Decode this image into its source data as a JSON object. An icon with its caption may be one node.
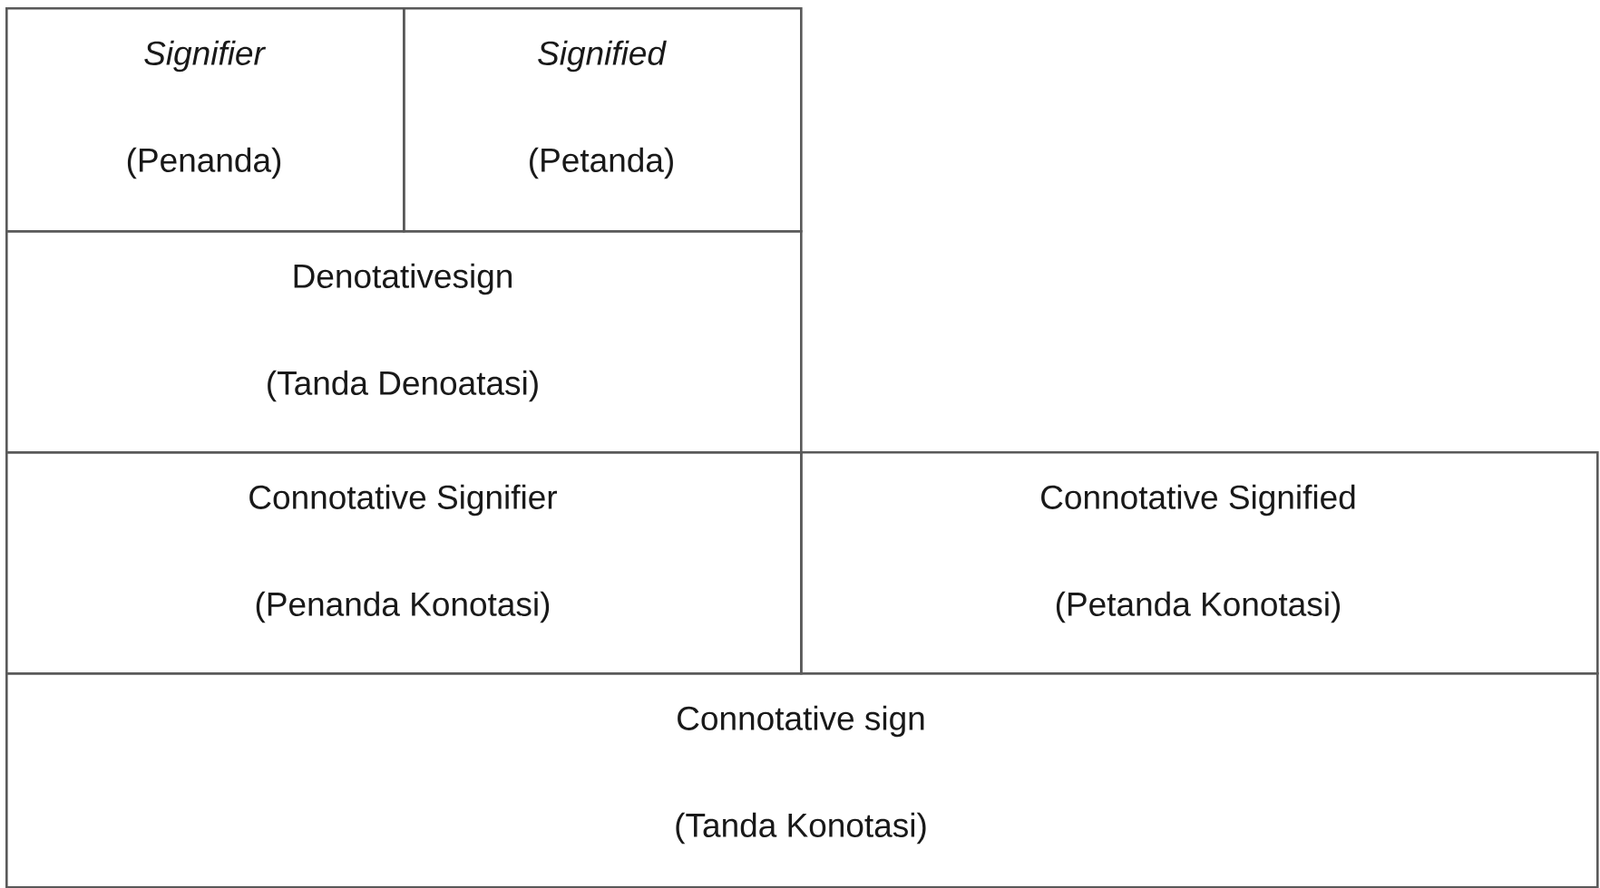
{
  "diagram": {
    "nodes": [
      {
        "text": [
          "Signifier",
          "(Penanda)"
        ]
      },
      {
        "text": [
          "Signified",
          "(Petanda)"
        ]
      },
      {
        "text": [
          "Denotativesign",
          "(Tanda Denoatasi)"
        ]
      },
      {
        "text": [
          "Connotative Signifier",
          "(Penanda Konotasi)"
        ]
      },
      {
        "text": [
          "Connotative Signified",
          "(Petanda Konotasi)"
        ]
      },
      {
        "text": [
          "Connotative sign",
          "(Tanda Konotasi)"
        ]
      }
    ]
  }
}
